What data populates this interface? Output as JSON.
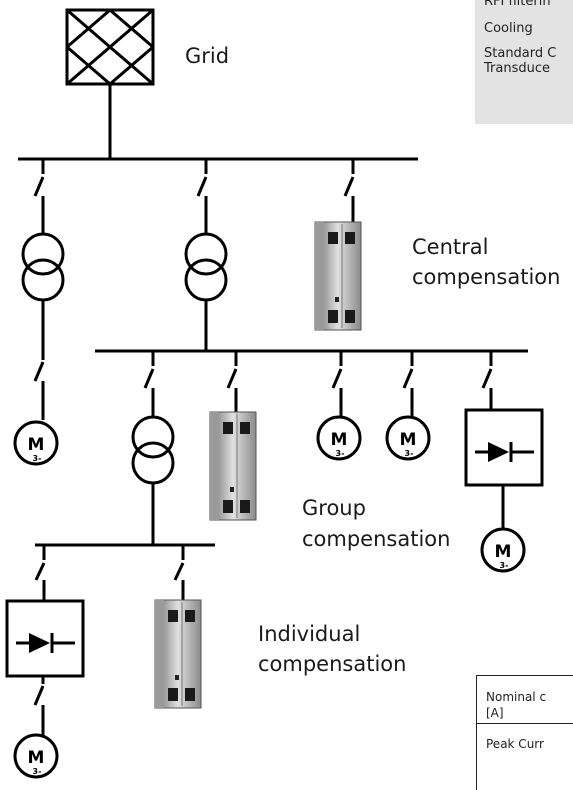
{
  "labels": {
    "grid": "Grid",
    "central_1": "Central",
    "central_2": "compensation",
    "group_1": "Group",
    "group_2": "compensation",
    "individual_1": "Individual",
    "individual_2": "compensation"
  },
  "motor": {
    "letter": "M",
    "sub": "3-"
  },
  "side_panel": {
    "line1": "RFI filterin",
    "line2": "Cooling",
    "line3": "Standard C",
    "line4": "Transduce"
  },
  "table": {
    "row1_a": "Nominal c",
    "row1_b": "[A]",
    "row2": "Peak Curr"
  }
}
